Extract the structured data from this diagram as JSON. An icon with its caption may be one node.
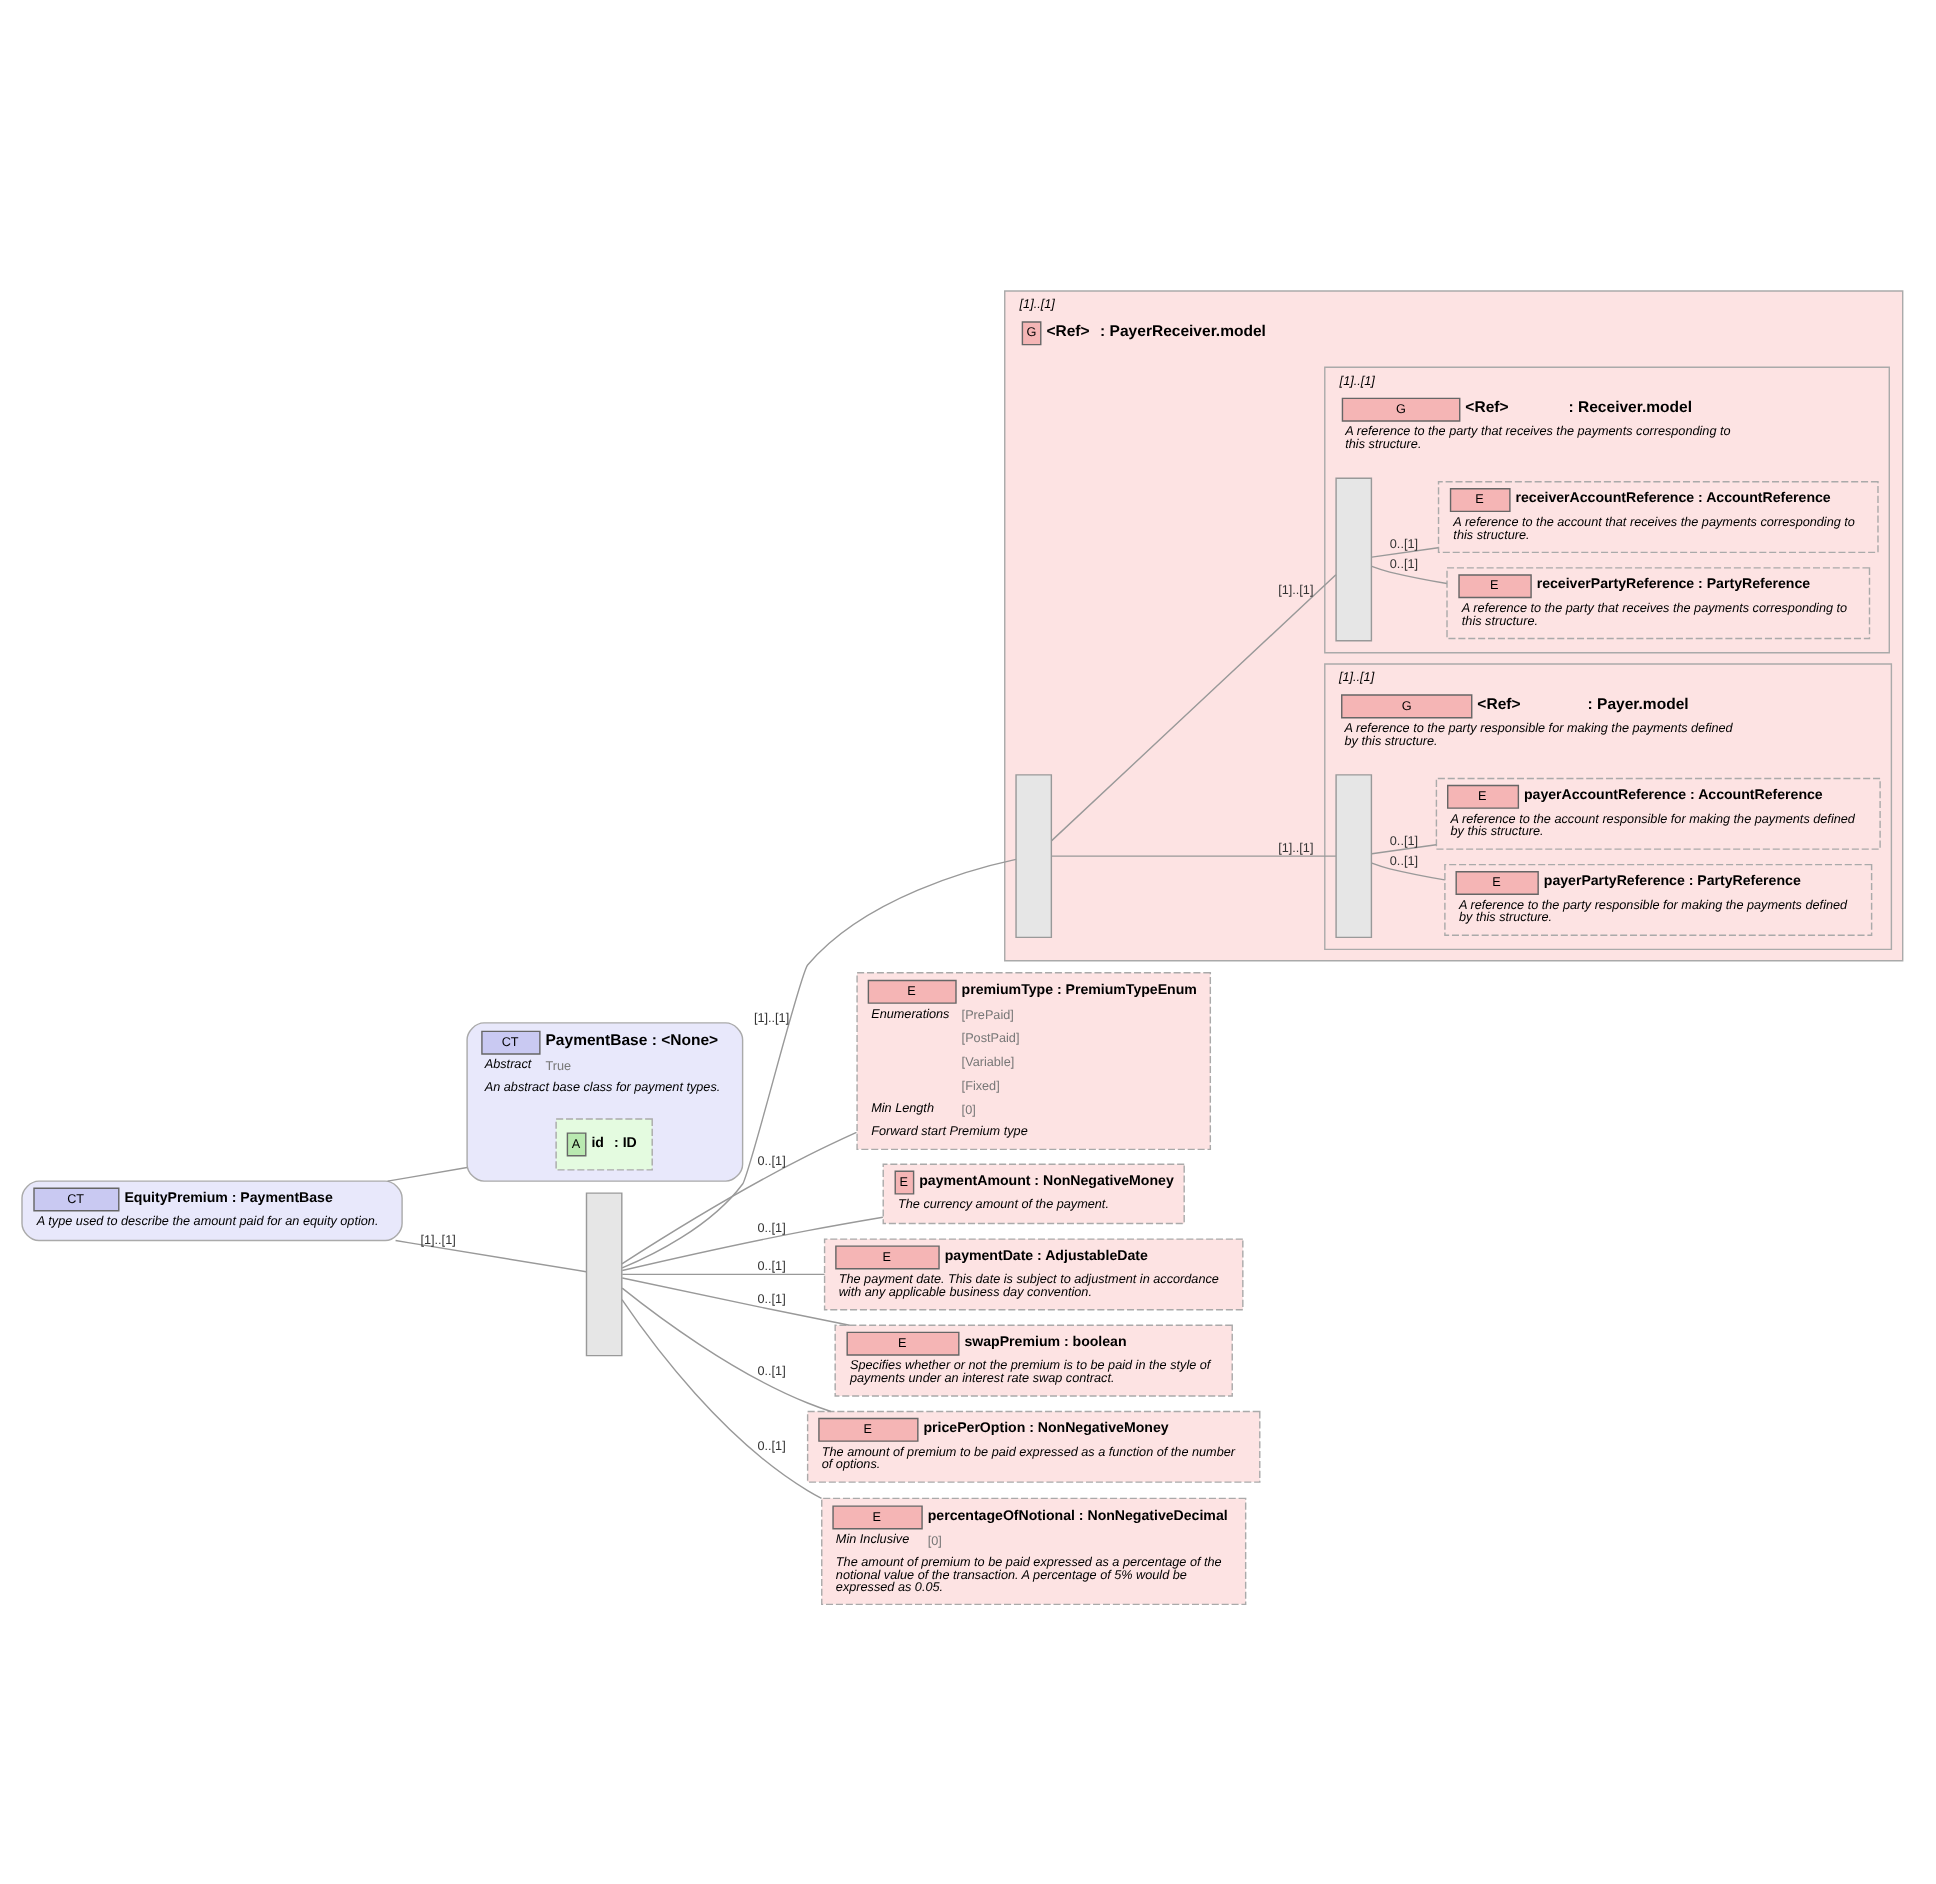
{
  "diagram": {
    "nodes": [
      {
        "text": [
          "CT",
          "EquityPremium : PaymentBase",
          "A type used to describe the amount paid for an equity option."
        ]
      },
      {
        "text": [
          "CT",
          "PaymentBase : <None>",
          "Abstract",
          "True",
          "An abstract base class for payment types."
        ]
      },
      {
        "text": [
          "A",
          "id",
          ": ID"
        ],
        "in": 1
      },
      {
        "text": [],
        "shape": "bar"
      },
      {
        "text": [
          "G",
          "<Ref>",
          ": PayerReceiver.model"
        ],
        "beside": [
          "[1]..[1]"
        ]
      },
      {
        "text": [],
        "shape": "bar",
        "in": 4
      },
      {
        "text": [
          "G",
          "<Ref>",
          ": Payer.model",
          "A reference to the party responsible for making the payments defined by this structure."
        ],
        "in": 4,
        "beside": [
          "[1]..[1]"
        ]
      },
      {
        "text": [],
        "shape": "bar",
        "in": 6
      },
      {
        "text": [
          "E",
          "payerPartyReference : PartyReference",
          "A reference to the party responsible for making the payments defined by this structure."
        ],
        "in": 6
      },
      {
        "text": [
          "E",
          "payerAccountReference : AccountReference",
          "A reference to the account responsible for making the payments defined by this structure."
        ],
        "in": 6
      },
      {
        "text": [
          "G",
          "<Ref>",
          ": Receiver.model",
          "A reference to the party that receives the payments corresponding to this structure."
        ],
        "in": 4,
        "beside": [
          "[1]..[1]"
        ]
      },
      {
        "text": [],
        "shape": "bar",
        "in": 10
      },
      {
        "text": [
          "E",
          "receiverPartyReference : PartyReference",
          "A reference to the party that receives the payments corresponding to this structure."
        ],
        "in": 10
      },
      {
        "text": [
          "E",
          "receiverAccountReference : AccountReference",
          "A reference to the account that receives the payments corresponding to this structure."
        ],
        "in": 10
      },
      {
        "text": [
          "E",
          "premiumType : PremiumTypeEnum",
          "Enumerations",
          "[PrePaid]",
          "[PostPaid]",
          "[Variable]",
          "[Fixed]",
          "Min Length",
          "[0]",
          "Forward start Premium type"
        ]
      },
      {
        "text": [
          "E",
          "paymentAmount : NonNegativeMoney",
          "The currency amount of the payment."
        ]
      },
      {
        "text": [
          "E",
          "paymentDate : AdjustableDate",
          "The payment date. This date is subject to adjustment in accordance with any applicable business day convention."
        ]
      },
      {
        "text": [
          "E",
          "swapPremium : boolean",
          "Specifies whether or not the premium is to be paid in the style of payments under an interest rate swap contract."
        ]
      },
      {
        "text": [
          "E",
          "pricePerOption : NonNegativeMoney",
          "The amount of premium to be paid expressed as a function of the number of options."
        ]
      },
      {
        "text": [
          "E",
          "percentageOfNotional : NonNegativeDecimal",
          "Min Inclusive",
          "[0]",
          "The amount of premium to be paid expressed as a percentage of the notional value of the transaction. A percentage of 5% would be expressed as 0.05."
        ]
      }
    ],
    "edges": [
      {
        "from": 0,
        "to": 1,
        "arrow": "none"
      },
      {
        "from": 0,
        "to": 3,
        "arrow": "none",
        "label": "[1]..[1]"
      },
      {
        "from": 3,
        "to": 5,
        "arrow": "none",
        "label": "[1]..[1]"
      },
      {
        "from": 5,
        "to": 7,
        "arrow": "none",
        "label": "[1]..[1]"
      },
      {
        "from": 5,
        "to": 11,
        "arrow": "none",
        "label": "[1]..[1]"
      },
      {
        "from": 7,
        "to": 8,
        "arrow": "none",
        "label": "0..[1]"
      },
      {
        "from": 7,
        "to": 9,
        "arrow": "none",
        "label": "0..[1]"
      },
      {
        "from": 11,
        "to": 12,
        "arrow": "none",
        "label": "0..[1]"
      },
      {
        "from": 11,
        "to": 13,
        "arrow": "none",
        "label": "0..[1]"
      },
      {
        "from": 3,
        "to": 14,
        "arrow": "none",
        "label": "0..[1]"
      },
      {
        "from": 3,
        "to": 15,
        "arrow": "none",
        "label": "0..[1]"
      },
      {
        "from": 3,
        "to": 16,
        "arrow": "none",
        "label": "0..[1]"
      },
      {
        "from": 3,
        "to": 17,
        "arrow": "none",
        "label": "0..[1]"
      },
      {
        "from": 3,
        "to": 18,
        "arrow": "none",
        "label": "0..[1]"
      },
      {
        "from": 3,
        "to": 19,
        "arrow": "none",
        "label": "0..[1]"
      }
    ]
  }
}
